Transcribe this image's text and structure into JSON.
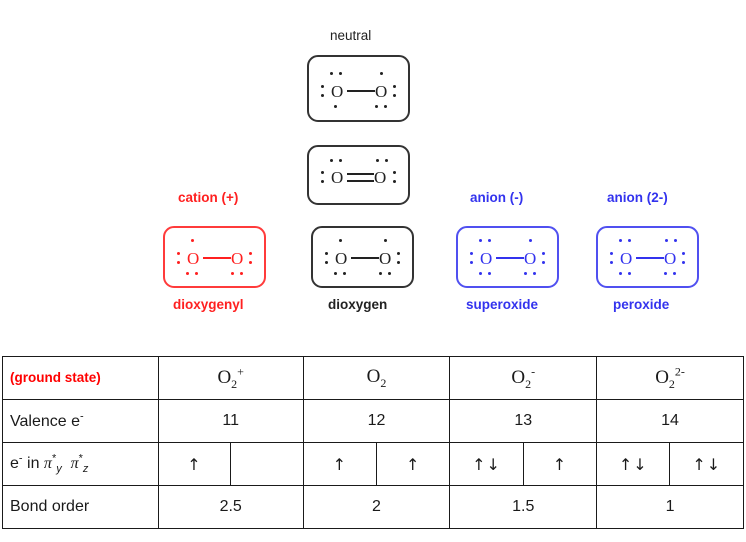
{
  "top_artifact": "",
  "diagram": {
    "top_label": "neutral",
    "charge_labels": [
      {
        "text": "cation (+)",
        "color": "#ff2020"
      },
      {
        "text": "anion (-)",
        "color": "#3333ee"
      },
      {
        "text": "anion (2-)",
        "color": "#3333ee"
      }
    ],
    "name_labels": [
      {
        "text": "dioxygenyl",
        "color": "#ff2020"
      },
      {
        "text": "dioxygen",
        "color": "#222222"
      },
      {
        "text": "superoxide",
        "color": "#3333ee"
      },
      {
        "text": "peroxide",
        "color": "#3333ee"
      }
    ],
    "structures": [
      {
        "name": "neutral-single-bond",
        "bond": "single",
        "color": "#333333",
        "atoms": "O-O"
      },
      {
        "name": "neutral-double-bond",
        "bond": "double",
        "color": "#333333",
        "atoms": "O=O"
      },
      {
        "name": "dioxygenyl",
        "bond": "single",
        "color": "#ff3b3b",
        "atoms": "O-O"
      },
      {
        "name": "dioxygen",
        "bond": "single",
        "color": "#333333",
        "atoms": "O-O"
      },
      {
        "name": "superoxide",
        "bond": "single",
        "color": "#5050f0",
        "atoms": "O-O"
      },
      {
        "name": "peroxide",
        "bond": "single",
        "color": "#5050f0",
        "atoms": "O-O"
      }
    ],
    "atom_symbol": "O"
  },
  "table": {
    "header_label": "(ground state)",
    "species": [
      "O2+",
      "O2",
      "O2-",
      "O2 2-"
    ],
    "rows": [
      {
        "label": "Valence e-",
        "values": [
          "11",
          "12",
          "13",
          "14"
        ]
      },
      {
        "label": "e- in pi*y pi*z",
        "values": [
          [
            "↑",
            ""
          ],
          [
            "↑",
            "↑"
          ],
          [
            "↑↓",
            "↑"
          ],
          [
            "↑↓",
            "↑↓"
          ]
        ]
      },
      {
        "label": "Bond order",
        "values": [
          "2.5",
          "2",
          "1.5",
          "1"
        ]
      }
    ],
    "row_labels": {
      "valence": "Valence e",
      "valence_sup": "-",
      "electrons_prefix": "e",
      "electrons_sup": "-",
      "electrons_mid": " in ",
      "bond_order": "Bond order"
    },
    "arrow_up": "↑",
    "arrow_updown": "↑↓",
    "valence_values": [
      "11",
      "12",
      "13",
      "14"
    ],
    "bond_order_values": [
      "2.5",
      "2",
      "1.5",
      "1"
    ],
    "arrow_cells": [
      "↑",
      "",
      "↑",
      "↑",
      "↑↓",
      "↑",
      "↑↓",
      "↑↓"
    ]
  },
  "chart_data": {
    "type": "table",
    "title": "Dioxygen species: Lewis structures, valence electrons and bond order",
    "categories": [
      "O2+",
      "O2",
      "O2-",
      "O2 2-"
    ],
    "names": [
      "dioxygenyl",
      "dioxygen",
      "superoxide",
      "peroxide"
    ],
    "charges": [
      "cation (+)",
      "neutral",
      "anion (-)",
      "anion (2-)"
    ],
    "series": [
      {
        "name": "Valence e-",
        "values": [
          11,
          12,
          13,
          14
        ]
      },
      {
        "name": "Bond order",
        "values": [
          2.5,
          2,
          1.5,
          1
        ]
      },
      {
        "name": "e- in pi*y",
        "values": [
          "up",
          "up",
          "up-down",
          "up-down"
        ]
      },
      {
        "name": "e- in pi*z",
        "values": [
          "",
          "up",
          "up",
          "up-down"
        ]
      }
    ]
  }
}
